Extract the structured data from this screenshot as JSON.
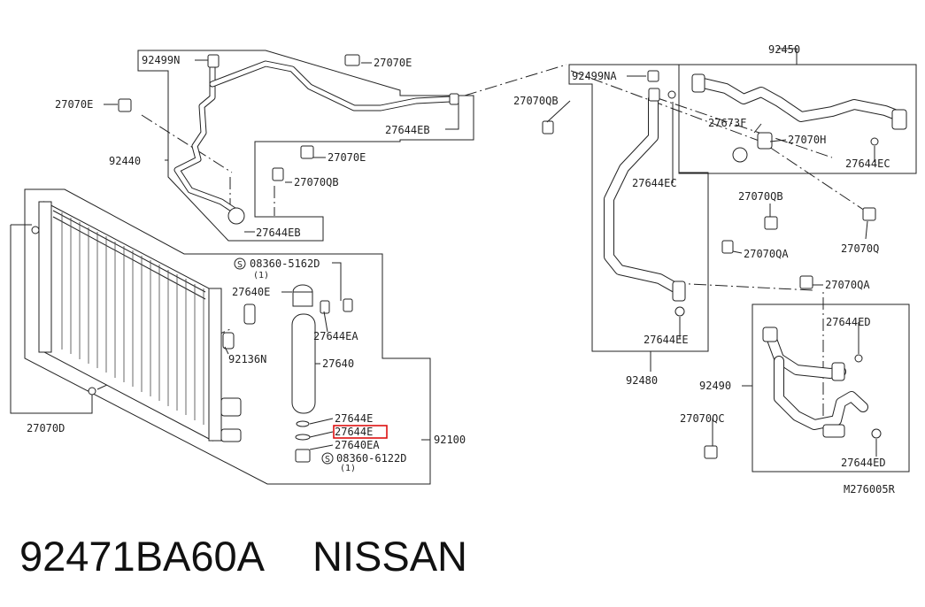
{
  "labels": {
    "l_92499N": "92499N",
    "l_27070E_a": "27070E",
    "l_27070E_b": "27070E",
    "l_27070E_c": "27070E",
    "l_27644EB_a": "27644EB",
    "l_27644EB_b": "27644EB",
    "l_92440": "92440",
    "l_27070QB_a": "27070QB",
    "l_92499NA": "92499NA",
    "l_27070QB_b": "27070QB",
    "l_27070QB_c": "27070QB",
    "l_27644EC_a": "27644EC",
    "l_27644EC_b": "27644EC",
    "l_92450": "92450",
    "l_27673F": "27673F",
    "l_27070H": "27070H",
    "l_27070Q": "27070Q",
    "l_27070QA_a": "27070QA",
    "l_27070QA_b": "27070QA",
    "l_27644EE": "27644EE",
    "l_92480": "92480",
    "l_27644ED_a": "27644ED",
    "l_27644ED_b": "27644ED",
    "l_92490": "92490",
    "l_27070QC": "27070QC",
    "l_08360_5162D": "08360-5162D",
    "l_qty_a": "(1)",
    "l_27640E": "27640E",
    "l_27644EA": "27644EA",
    "l_92136N": "92136N",
    "l_27640": "27640",
    "l_27644E_a": "27644E",
    "l_27644E_b": "27644E",
    "l_27640EA": "27640EA",
    "l_08360_6122D": "08360-6122D",
    "l_qty_b": "(1)",
    "l_92100": "92100",
    "l_27070D": "27070D",
    "l_ref": "M276005R",
    "l_S_a": "S",
    "l_S_b": "S"
  },
  "footer": {
    "part_number": "92471BA60A",
    "brand": "NISSAN"
  },
  "colors": {
    "ink": "#222222",
    "highlight": "#dd1111",
    "background": "#ffffff"
  }
}
